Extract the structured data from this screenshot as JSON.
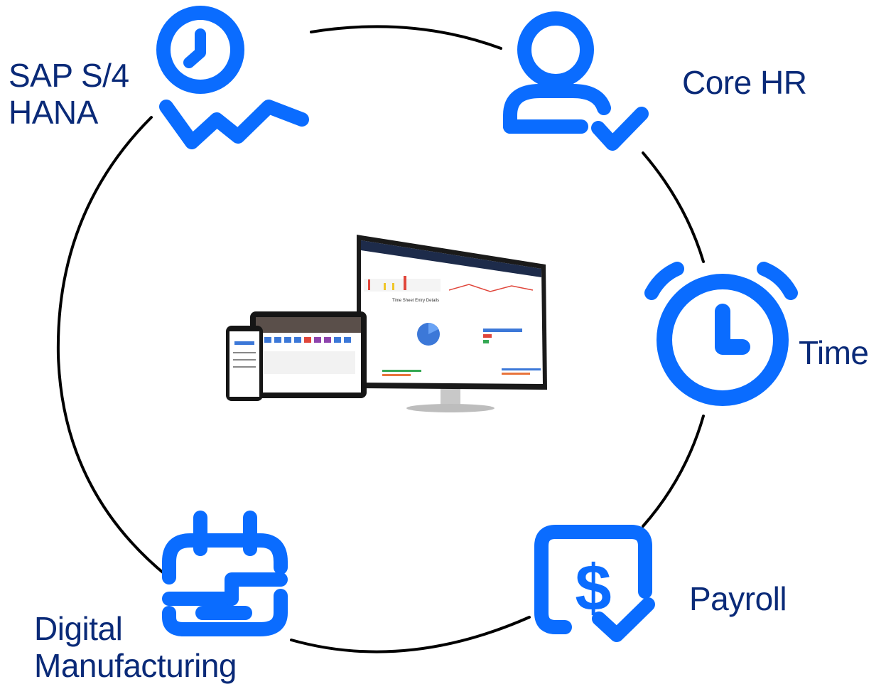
{
  "modules": {
    "s4hana": {
      "line1": "SAP S/4",
      "line2": "HANA",
      "icon": "clock-trend-icon"
    },
    "core_hr": {
      "label": "Core HR",
      "icon": "person-check-icon"
    },
    "time": {
      "label": "Time",
      "icon": "alarm-clock-icon"
    },
    "payroll": {
      "label": "Payroll",
      "icon": "dollar-check-icon"
    },
    "digital_mfg": {
      "line1": "Digital",
      "line2": "Manufacturing",
      "icon": "calendar-puzzle-icon"
    }
  },
  "center_image": {
    "description_icon": "devices-dashboard-icon",
    "screen_title": "Time Sheet Entry Details"
  },
  "colors": {
    "accent": "#0a6cff",
    "label": "#0a2a78",
    "ring": "#000000"
  }
}
